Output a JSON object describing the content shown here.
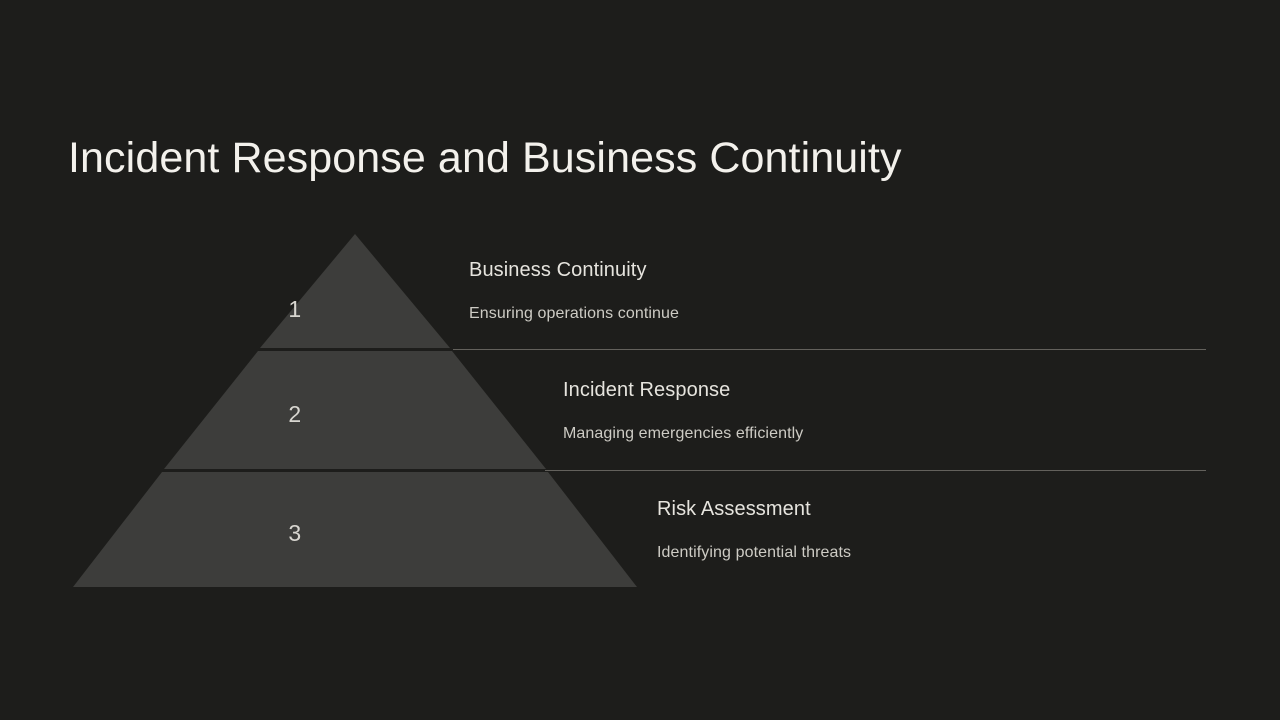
{
  "slide": {
    "title": "Incident Response and Business Continuity",
    "background_color": "#1d1d1b",
    "title_color": "#f3f1ec"
  },
  "pyramid": {
    "fill_color": "#3d3d3b",
    "divider_color": "#63615c",
    "levels": [
      {
        "number": "1",
        "heading": "Business Continuity",
        "subtext": "Ensuring operations continue"
      },
      {
        "number": "2",
        "heading": "Incident Response",
        "subtext": "Managing emergencies efficiently"
      },
      {
        "number": "3",
        "heading": "Risk Assessment",
        "subtext": "Identifying potential threats"
      }
    ]
  }
}
